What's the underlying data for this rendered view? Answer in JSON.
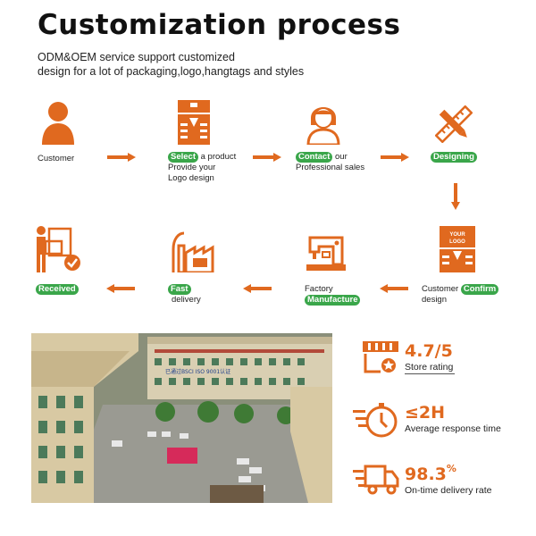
{
  "header": {
    "title": "Customization  process",
    "subtitle_line1": "ODM&OEM service support customized",
    "subtitle_line2": "design for a lot of packaging,logo,hangtags and styles"
  },
  "colors": {
    "accent": "#e0691f",
    "pill": "#3aa64a"
  },
  "steps": {
    "customer": {
      "label": "Customer",
      "icon": "person-icon"
    },
    "select": {
      "pill": "Select",
      "rest1": " a  product",
      "line2": "Provide your",
      "line3": "Logo design",
      "icon": "product-box-icon"
    },
    "contact": {
      "pill": "Contact",
      "rest1": " our",
      "line2": "Professional sales",
      "icon": "sales-agent-icon"
    },
    "designing": {
      "pill": "Designing",
      "icon": "pencil-ruler-icon"
    },
    "confirm": {
      "pre": "Customer ",
      "pill": "Confirm",
      "line2": "design",
      "logo_text1": "YOUR",
      "logo_text2": "LOGO",
      "icon": "logo-box-icon"
    },
    "manufacture": {
      "line1": "Factory",
      "pill": "Manufacture",
      "icon": "sewing-machine-icon"
    },
    "delivery": {
      "pill": "Fast",
      "line2": "delivery",
      "icon": "factory-icon"
    },
    "received": {
      "pill": "Received",
      "icon": "received-check-icon"
    }
  },
  "stats": [
    {
      "value": "4.7/5",
      "suffix": "",
      "label": "Store rating",
      "icon": "store-star-icon"
    },
    {
      "value": "≤2H",
      "suffix": "",
      "label": "Average response time",
      "icon": "fast-clock-icon"
    },
    {
      "value": "98.3",
      "suffix": "%",
      "label": "On-time delivery rate",
      "icon": "delivery-truck-icon"
    }
  ],
  "photo": {
    "sign_text": "已通过BSCI ISO 9001认证",
    "icon": "factory-photo"
  }
}
